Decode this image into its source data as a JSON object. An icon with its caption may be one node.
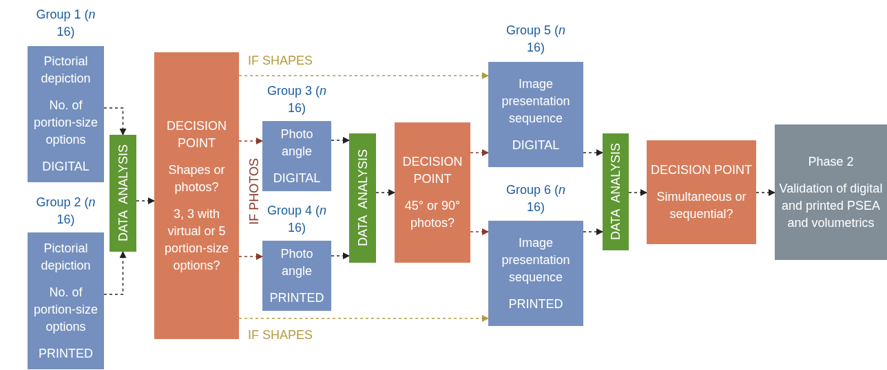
{
  "diagram": {
    "nodes": [
      {
        "text": [
          "Group 1 (*n* 16)",
          "Pictorial depiction",
          "No. of portion-size options",
          "DIGITAL"
        ]
      },
      {
        "text": [
          "Group 2 (*n* 16)",
          "Pictorial depiction",
          "No. of portion-size options",
          "PRINTED"
        ]
      },
      {
        "text": [
          "DATA ANALYSIS"
        ]
      },
      {
        "text": [
          "DECISION POINT",
          "Shapes or photos?",
          "3, 3 with virtual or 5 portion-size options?"
        ]
      },
      {
        "text": [
          "Group 3 (*n* 16)",
          "Photo angle",
          "DIGITAL"
        ]
      },
      {
        "text": [
          "Group 4 (*n* 16)",
          "Photo angle",
          "PRINTED"
        ]
      },
      {
        "text": [
          "DATA ANALYSIS"
        ]
      },
      {
        "text": [
          "DECISION POINT",
          "45° or 90° photos?"
        ]
      },
      {
        "text": [
          "Group 5 (*n* 16)",
          "Image presentation sequence",
          "DIGITAL"
        ]
      },
      {
        "text": [
          "Group 6 (*n* 16)",
          "Image presentation sequence",
          "PRINTED"
        ]
      },
      {
        "text": [
          "DATA ANALYSIS"
        ]
      },
      {
        "text": [
          "DECISION POINT",
          "Simultaneous or sequential?"
        ]
      },
      {
        "text": [
          "Phase 2",
          "Validation of digital and printed PSEA and volumetrics"
        ]
      }
    ],
    "edges": [
      {
        "from": 0,
        "to": 2,
        "arrow": "to",
        "style": "dashed"
      },
      {
        "from": 1,
        "to": 2,
        "arrow": "to",
        "style": "dashed"
      },
      {
        "from": 2,
        "to": 3,
        "arrow": "to",
        "style": "dashed"
      },
      {
        "from": 3,
        "to": 8,
        "arrow": "to",
        "style": "dashed",
        "color": "#b39a3e",
        "label": "IF SHAPES"
      },
      {
        "from": 3,
        "to": 4,
        "arrow": "to",
        "style": "dashed",
        "color": "#8a3a2a"
      },
      {
        "from": 3,
        "to": 5,
        "arrow": "to",
        "style": "dashed",
        "color": "#8a3a2a"
      },
      {
        "from": 4,
        "to": 6,
        "arrow": "to",
        "style": "dashed"
      },
      {
        "from": 5,
        "to": 6,
        "arrow": "to",
        "style": "dashed"
      },
      {
        "from": 6,
        "to": 7,
        "arrow": "to",
        "style": "dashed"
      },
      {
        "from": 7,
        "to": 8,
        "arrow": "to",
        "style": "dashed",
        "color": "#8a3a2a"
      },
      {
        "from": 7,
        "to": 9,
        "arrow": "to",
        "style": "dashed",
        "color": "#8a3a2a"
      },
      {
        "from": 3,
        "to": 9,
        "arrow": "to",
        "style": "dashed",
        "color": "#b39a3e",
        "label": "IF SHAPES"
      },
      {
        "from": 8,
        "to": 10,
        "arrow": "to",
        "style": "dashed"
      },
      {
        "from": 9,
        "to": 10,
        "arrow": "to",
        "style": "dashed"
      },
      {
        "from": 10,
        "to": 11,
        "arrow": "to",
        "style": "dashed"
      },
      {
        "from": 11,
        "to": 12,
        "arrow": "to",
        "style": "dashed"
      }
    ],
    "labels": [
      "IF PHOTOS"
    ]
  }
}
